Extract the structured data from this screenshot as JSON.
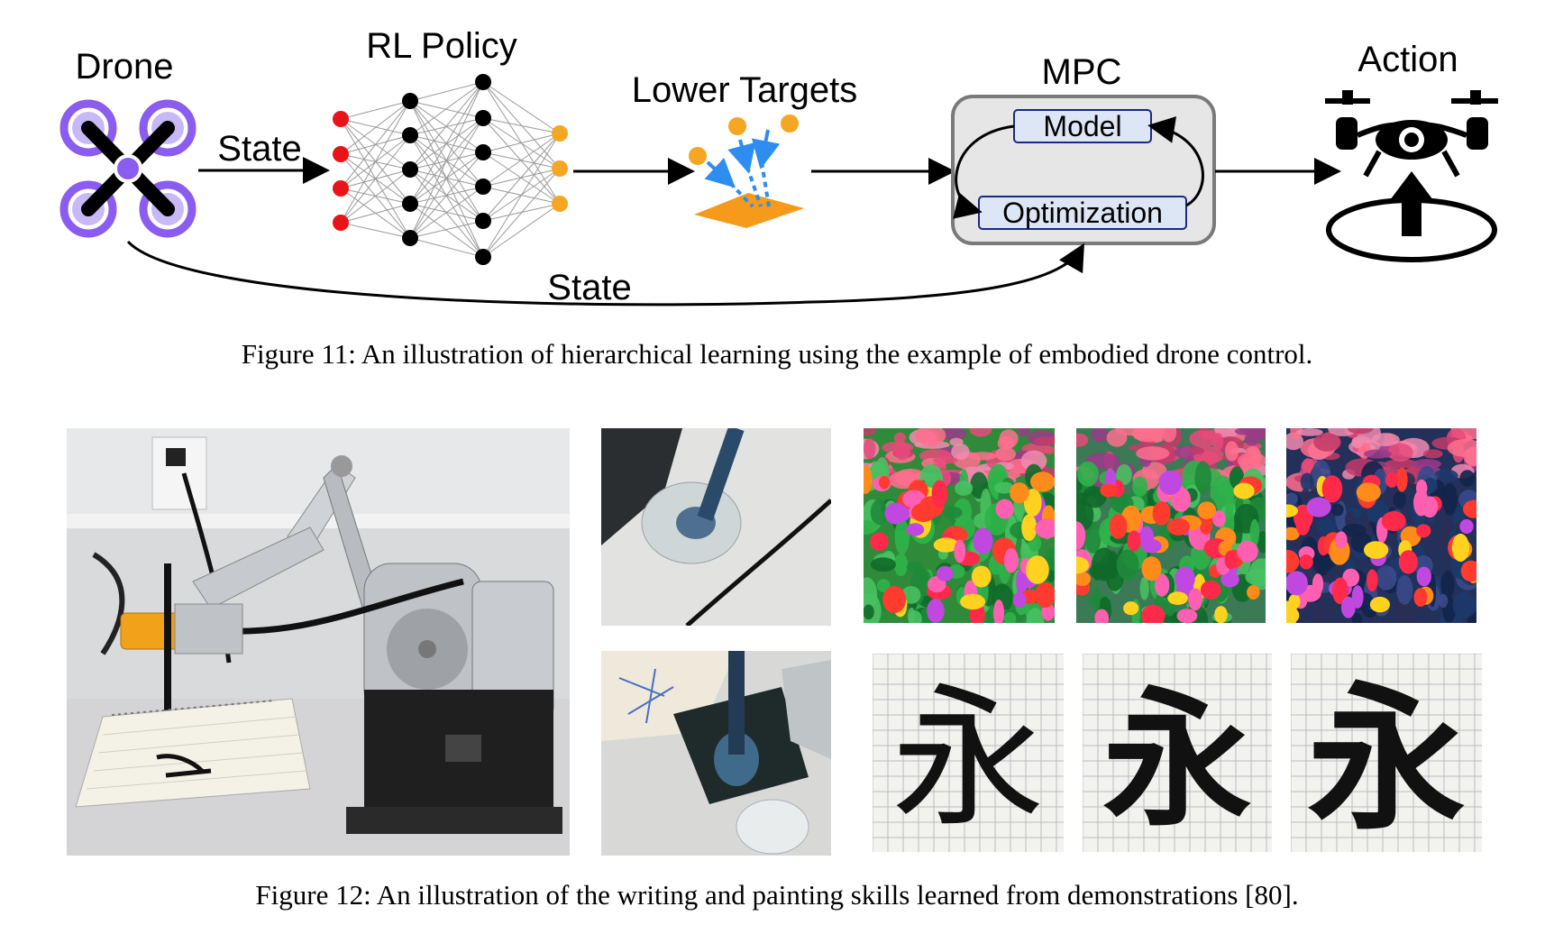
{
  "figure11": {
    "labels": {
      "drone": "Drone",
      "rl_policy": "RL Policy",
      "lower_targets": "Lower Targets",
      "mpc": "MPC",
      "action": "Action",
      "state_top": "State",
      "state_bottom": "State",
      "model": "Model",
      "optimization": "Optimization"
    },
    "colors": {
      "drone_ring": "#8a5cf0",
      "drone_ring_inner": "#b9a7f7",
      "input_node": "#e8141a",
      "hidden_node": "#000000",
      "output_node": "#f5a623",
      "target_plane": "#f59a1b",
      "target_arrow": "#2d8ef0",
      "mpc_box": "#e6e6e6",
      "mpc_inner": "#dde6f5"
    },
    "caption": "Figure 11: An illustration of hierarchical learning using the example of embodied drone control."
  },
  "figure12": {
    "panels": [
      {
        "name": "robot-arm-photo",
        "description": ""
      },
      {
        "name": "brush-dipping-photo-top",
        "description": ""
      },
      {
        "name": "brush-dipping-photo-bottom",
        "description": ""
      },
      {
        "name": "tulip-painting-1",
        "description": ""
      },
      {
        "name": "tulip-painting-2",
        "description": ""
      },
      {
        "name": "tulip-painting-3",
        "description": ""
      },
      {
        "name": "calligraphy-1",
        "description": ""
      },
      {
        "name": "calligraphy-2",
        "description": ""
      },
      {
        "name": "calligraphy-3",
        "description": ""
      }
    ],
    "calligraphy_character": "永",
    "caption": "Figure 12: An illustration of the writing and painting skills learned from demonstrations [80]."
  }
}
